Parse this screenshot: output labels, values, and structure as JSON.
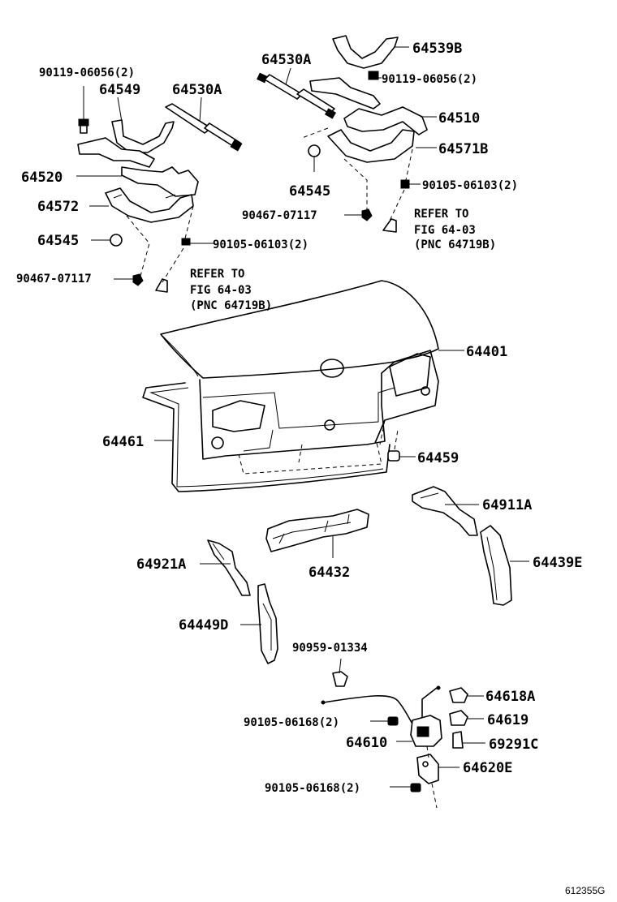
{
  "labels": {
    "l_90119_left": "90119-06056(2)",
    "l_64549": "64549",
    "l_64530A_left": "64530A",
    "l_64520": "64520",
    "l_64572": "64572",
    "l_64545_left": "64545",
    "l_90467_left": "90467-07117",
    "l_90105_left": "90105-06103(2)",
    "ref_left_1": "REFER TO",
    "ref_left_2": "FIG 64-03",
    "ref_left_3": "(PNC 64719B)",
    "l_64530A_right": "64530A",
    "l_64539B": "64539B",
    "l_90119_right": "90119-06056(2)",
    "l_64510": "64510",
    "l_64571B": "64571B",
    "l_64545_right": "64545",
    "l_90105_right": "90105-06103(2)",
    "l_90467_right": "90467-07117",
    "ref_right_1": "REFER TO",
    "ref_right_2": "FIG 64-03",
    "ref_right_3": "(PNC 64719B)",
    "l_64401": "64401",
    "l_64461": "64461",
    "l_64459": "64459",
    "l_64911A": "64911A",
    "l_64432": "64432",
    "l_64439E": "64439E",
    "l_64921A": "64921A",
    "l_64449D": "64449D",
    "l_90959": "90959-01334",
    "l_64618A": "64618A",
    "l_90105_06168_a": "90105-06168(2)",
    "l_64619": "64619",
    "l_64610": "64610",
    "l_69291C": "69291C",
    "l_64620E": "64620E",
    "l_90105_06168_b": "90105-06168(2)",
    "code": "612355G"
  }
}
